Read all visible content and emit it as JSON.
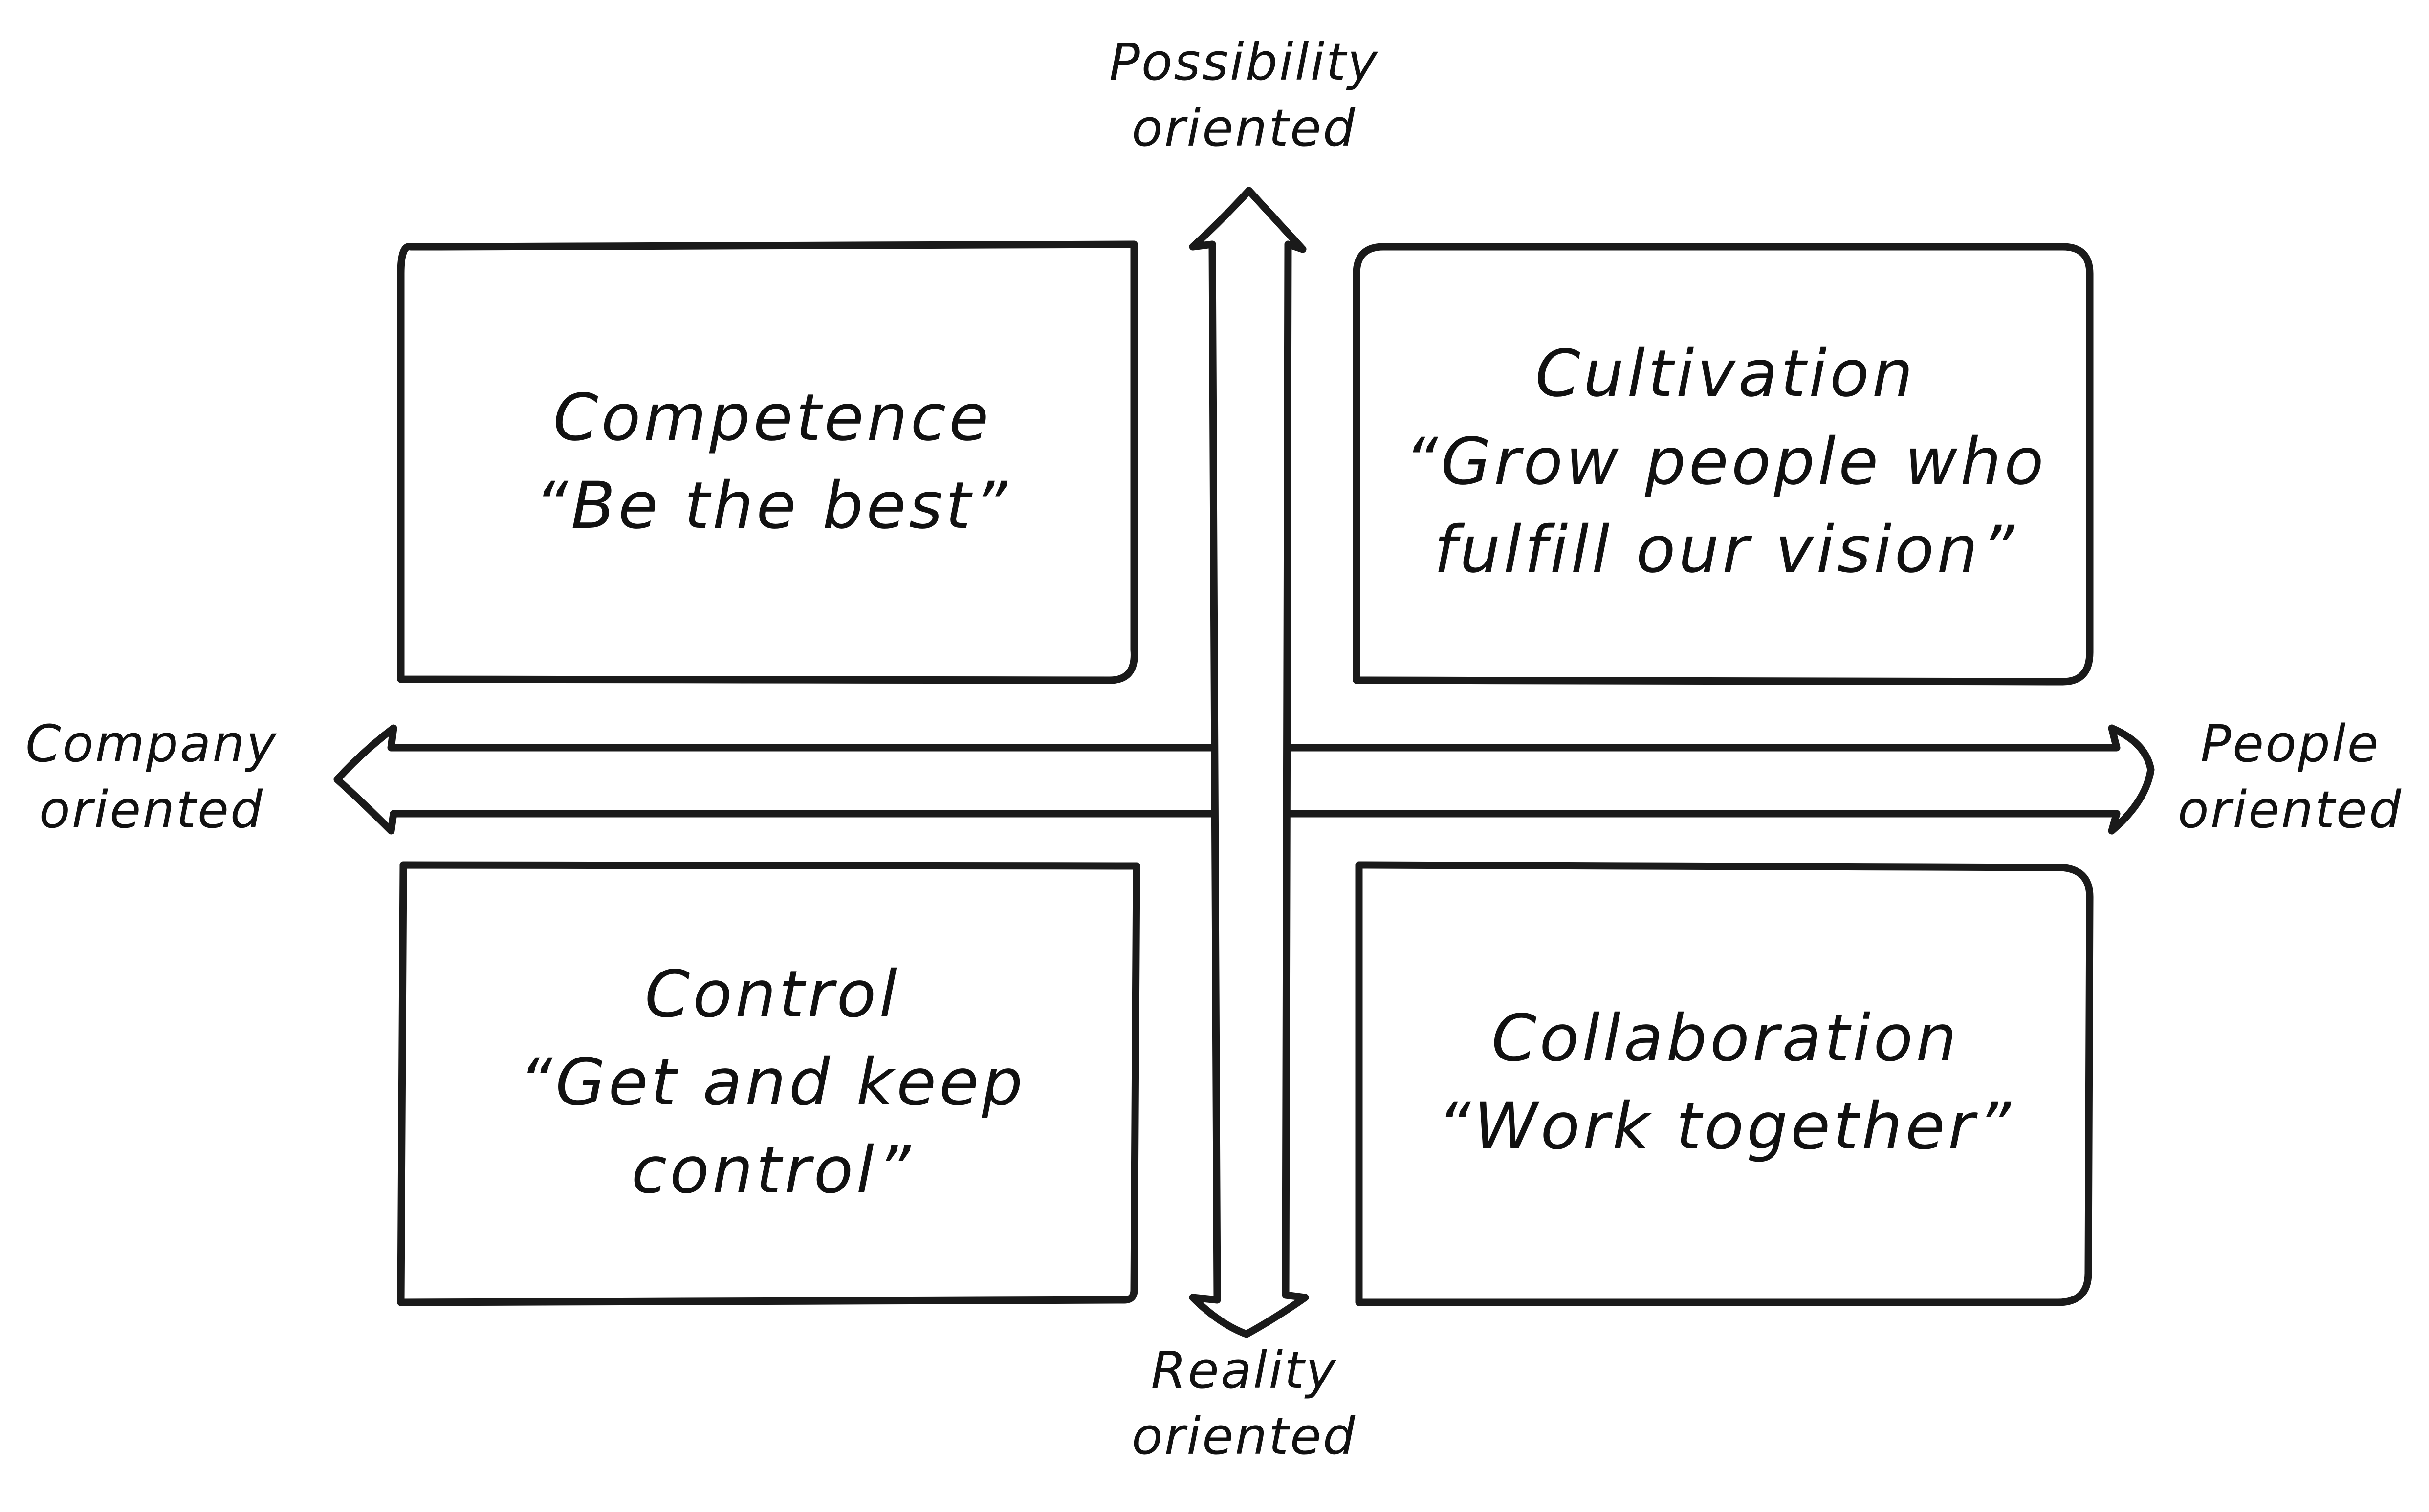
{
  "axes": {
    "top": {
      "line1": "Possibility",
      "line2": "oriented"
    },
    "bottom": {
      "line1": "Reality",
      "line2": "oriented"
    },
    "left": {
      "line1": "Company",
      "line2": "oriented"
    },
    "right": {
      "line1": "People",
      "line2": "oriented"
    }
  },
  "quadrants": {
    "top_left": {
      "title": "Competence",
      "quote_line1": "“Be the best”"
    },
    "top_right": {
      "title": "Cultivation",
      "quote_line1": "“Grow people who",
      "quote_line2": "fulfill our vision”"
    },
    "bottom_left": {
      "title": "Control",
      "quote_line1": "“Get and keep",
      "quote_line2": "control”"
    },
    "bottom_right": {
      "title": "Collaboration",
      "quote_line1": "“Work together”"
    }
  },
  "colors": {
    "ink": "#1a1a1a",
    "background": "#ffffff"
  }
}
